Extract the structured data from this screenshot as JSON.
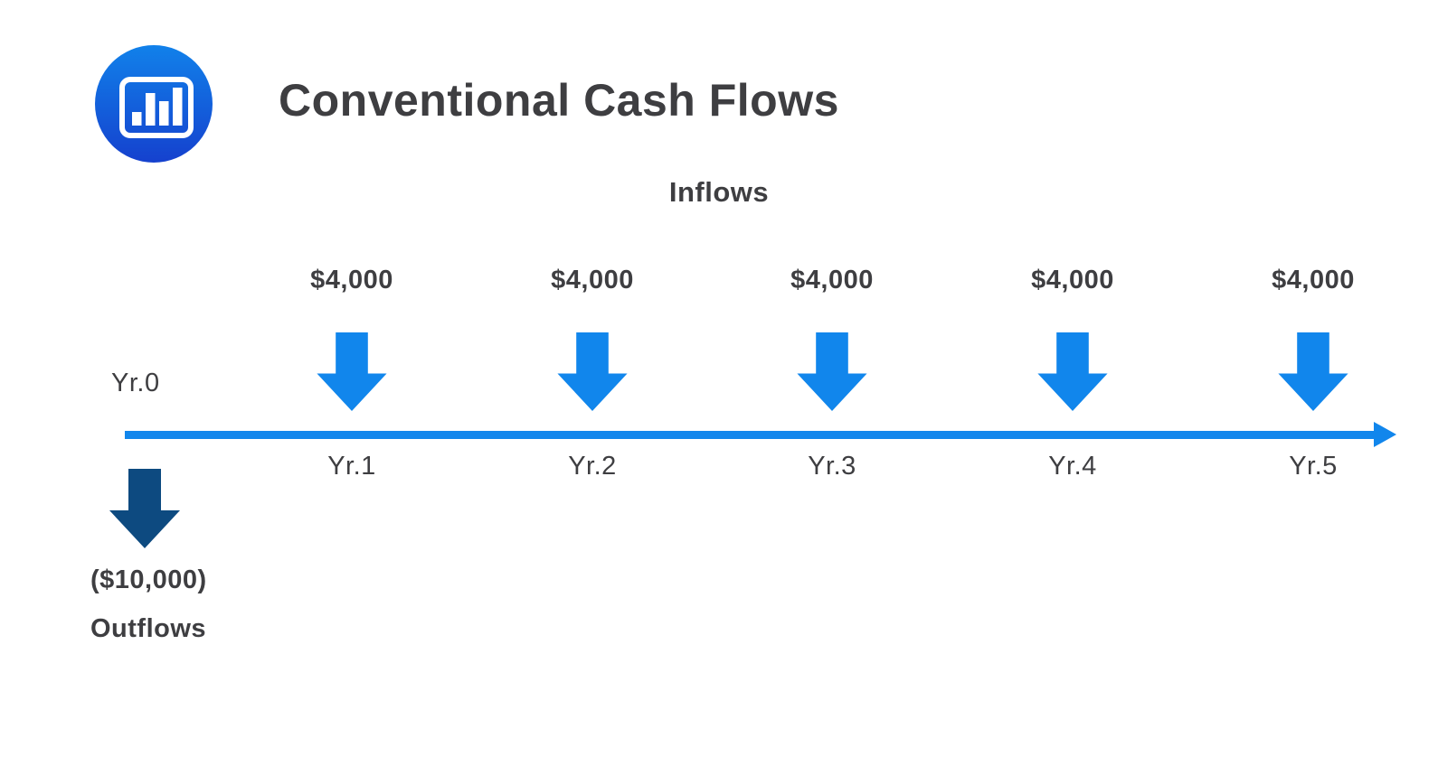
{
  "header": {
    "title": "Conventional Cash Flows"
  },
  "diagram": {
    "inflows_label": "Inflows",
    "outflows_label": "Outflows",
    "origin_year_label": "Yr.0",
    "outflow_amount": "($10,000)",
    "inflows": [
      {
        "year_label": "Yr.1",
        "amount": "$4,000"
      },
      {
        "year_label": "Yr.2",
        "amount": "$4,000"
      },
      {
        "year_label": "Yr.3",
        "amount": "$4,000"
      },
      {
        "year_label": "Yr.4",
        "amount": "$4,000"
      },
      {
        "year_label": "Yr.5",
        "amount": "$4,000"
      }
    ]
  },
  "colors": {
    "accent_blue": "#1186ec",
    "navy_blue": "#0d4a80",
    "text_dark": "#3e3e41",
    "icon_gradient_top": "#1181ea",
    "icon_gradient_bottom": "#1541ce",
    "background": "#ffffff"
  },
  "chart_data": {
    "type": "bar",
    "title": "Conventional Cash Flows",
    "categories": [
      "Yr.0",
      "Yr.1",
      "Yr.2",
      "Yr.3",
      "Yr.4",
      "Yr.5"
    ],
    "values": [
      -10000,
      4000,
      4000,
      4000,
      4000,
      4000
    ],
    "annotations": [
      "Inflows",
      "Outflows"
    ],
    "notes": "Timeline diagram: one initial outflow of $10,000 at Yr.0 followed by five equal inflows of $4,000 at Yr.1 through Yr.5"
  }
}
